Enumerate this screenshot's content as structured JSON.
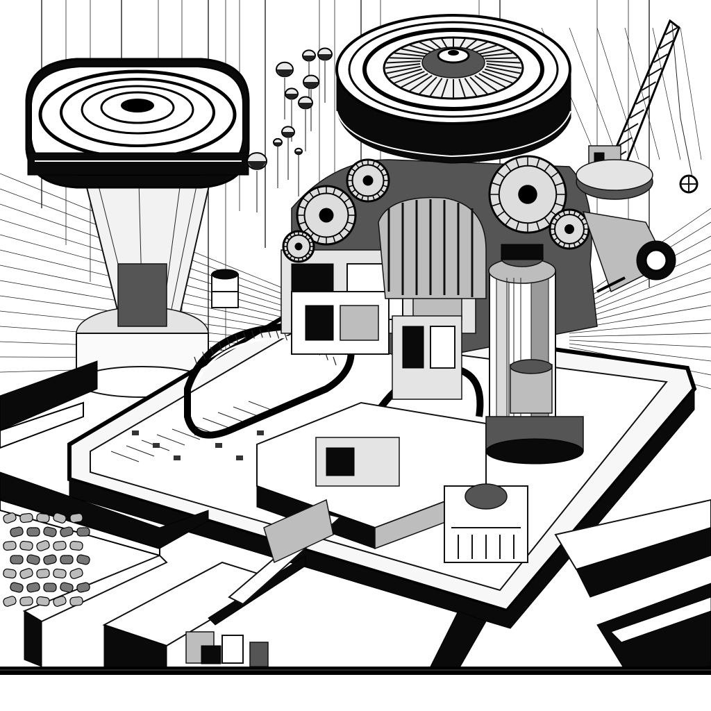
{
  "scene": {
    "palette": {
      "ink": "#0a0a0a",
      "paper": "#ffffff",
      "mid_grey": "#bdbdbd",
      "light_grey": "#e4e4e4"
    },
    "elements": [
      "hovering-square-reactor",
      "rotating-disc-top",
      "central-machinery-tower",
      "tall-cylinder-tank",
      "construction-crane",
      "isometric-base-platform",
      "conveyor-rail-loop",
      "foreground-walls",
      "barrel-pile",
      "balloon-markers"
    ]
  }
}
